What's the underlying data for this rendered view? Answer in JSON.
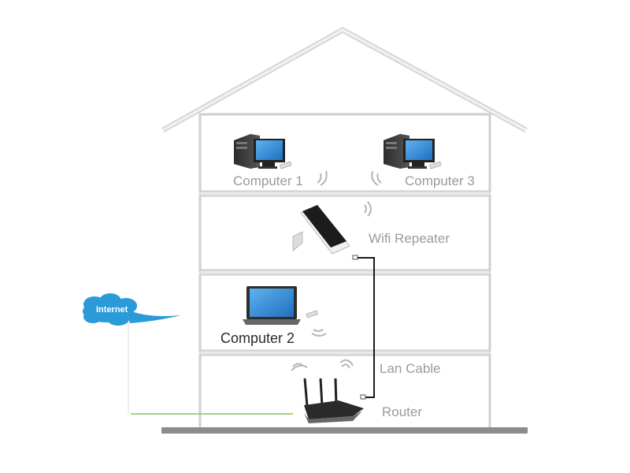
{
  "diagram": {
    "title": "Home network with Wifi Repeater",
    "cloud": {
      "label": "Internet",
      "color": "#2a9bd8"
    },
    "floors": [
      {
        "devices": [
          "Computer 1",
          "Computer 3"
        ]
      },
      {
        "devices": [
          "Wifi Repeater"
        ]
      },
      {
        "devices": [
          "Computer 2"
        ]
      },
      {
        "devices": [
          "Router"
        ]
      }
    ],
    "labels": {
      "computer1": "Computer 1",
      "computer3": "Computer 3",
      "repeater": "Wifi Repeater",
      "computer2": "Computer 2",
      "lan_cable": "Lan Cable",
      "router": "Router"
    },
    "colors": {
      "house_outline": "#cfcfcf",
      "ground": "#8c8c8c",
      "internet_line": "#7ec850",
      "lan_cable": "#1a1a1a",
      "screen": "#3c8fd6"
    }
  }
}
